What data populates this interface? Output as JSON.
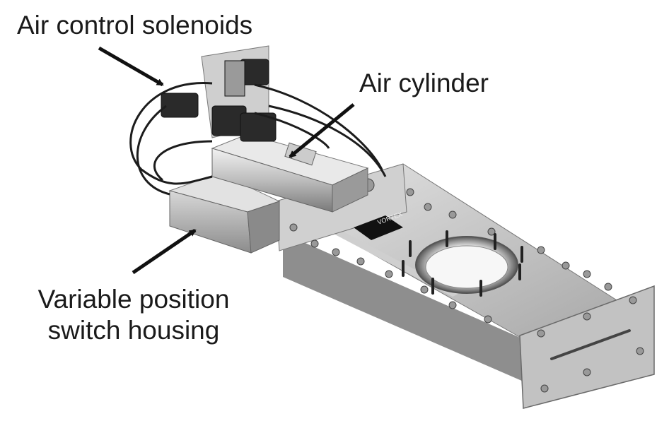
{
  "labels": {
    "solenoids": "Air control solenoids",
    "cylinder": "Air cylinder",
    "switch_line1": "Variable position",
    "switch_line2": "switch housing"
  },
  "logo_text": "VORTEX",
  "colors": {
    "background": "#ffffff",
    "text": "#1a1a1a",
    "arrow": "#111111",
    "metal_light": "#d6d6d6",
    "metal_mid": "#a9a9a9",
    "metal_dark": "#6e6e6e",
    "hose": "#1c1c1c",
    "solenoid_body": "#2a2a2a"
  }
}
